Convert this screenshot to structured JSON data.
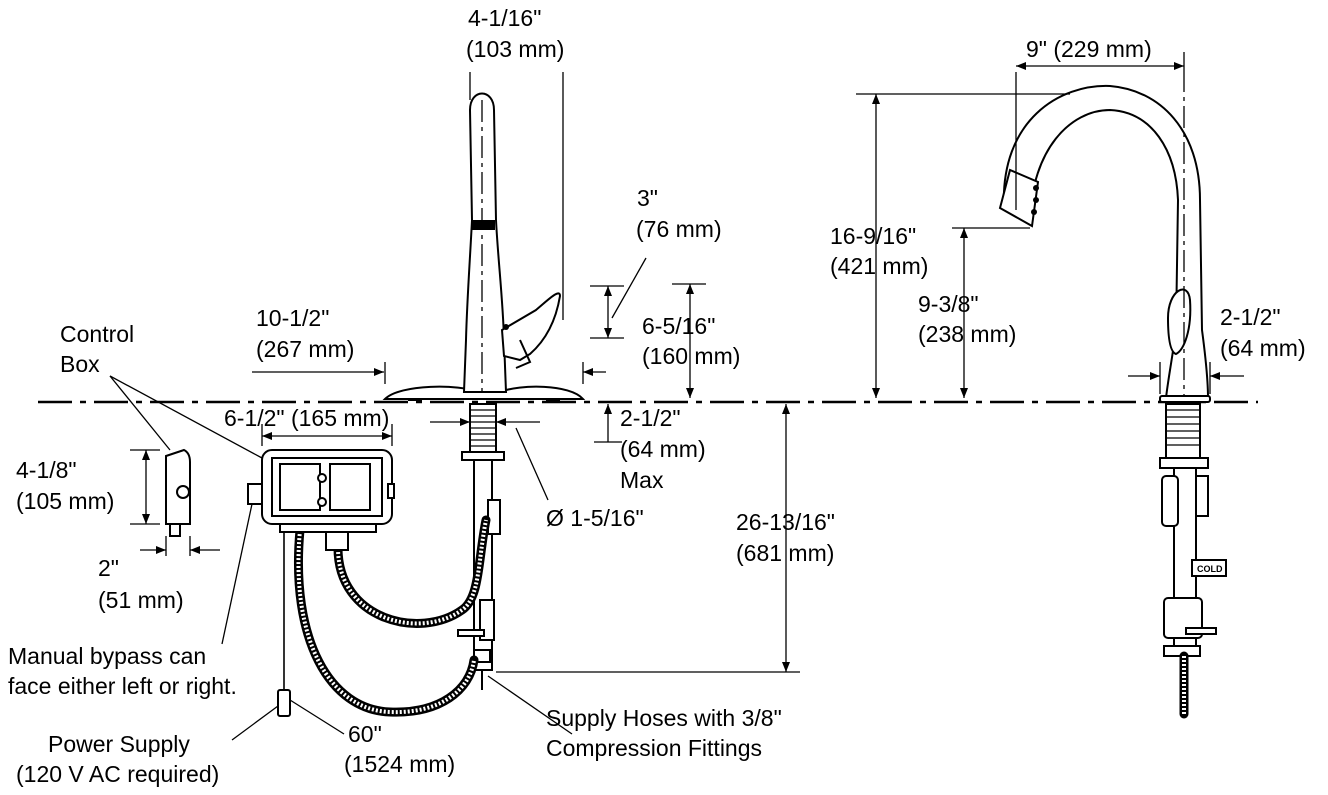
{
  "labels": {
    "spout_width": {
      "imperial": "4-1/16\"",
      "metric": "(103 mm)"
    },
    "handle_clearance": {
      "imperial": "3\"",
      "metric": "(76 mm)"
    },
    "reach": {
      "imperial": "9\" (229 mm)"
    },
    "overall_height": {
      "imperial": "16-9/16\"",
      "metric": "(421 mm)"
    },
    "spout_height": {
      "imperial": "9-3/8\"",
      "metric": "(238 mm)"
    },
    "base_diameter": {
      "imperial": "2-1/2\"",
      "metric": "(64 mm)"
    },
    "control_box": {
      "line1": "Control",
      "line2": "Box"
    },
    "escutcheon_width": {
      "imperial": "10-1/2\"",
      "metric": "(267 mm)"
    },
    "handle_height": {
      "imperial": "6-5/16\"",
      "metric": "(160 mm)"
    },
    "box_width": {
      "imperial": "6-1/2\" (165 mm)"
    },
    "deck_thickness": {
      "imperial": "2-1/2\"",
      "metric": "(64 mm)",
      "note": "Max"
    },
    "hole_diameter": {
      "imperial": "Ø 1-5/16\""
    },
    "box_height": {
      "imperial": "4-1/8\"",
      "metric": "(105 mm)"
    },
    "box_depth": {
      "imperial": "2\"",
      "metric": "(51 mm)"
    },
    "below_deck": {
      "imperial": "26-13/16\"",
      "metric": "(681 mm)"
    },
    "bypass_note": {
      "line1": "Manual bypass can",
      "line2": "face either left or right."
    },
    "power_supply": {
      "line1": "Power Supply",
      "line2": "(120 V AC required)"
    },
    "cord_length": {
      "imperial": "60\"",
      "metric": "(1524 mm)"
    },
    "supply_hoses": {
      "line1": "Supply Hoses with 3/8\"",
      "line2": "Compression Fittings"
    },
    "cold_tag": "COLD"
  }
}
